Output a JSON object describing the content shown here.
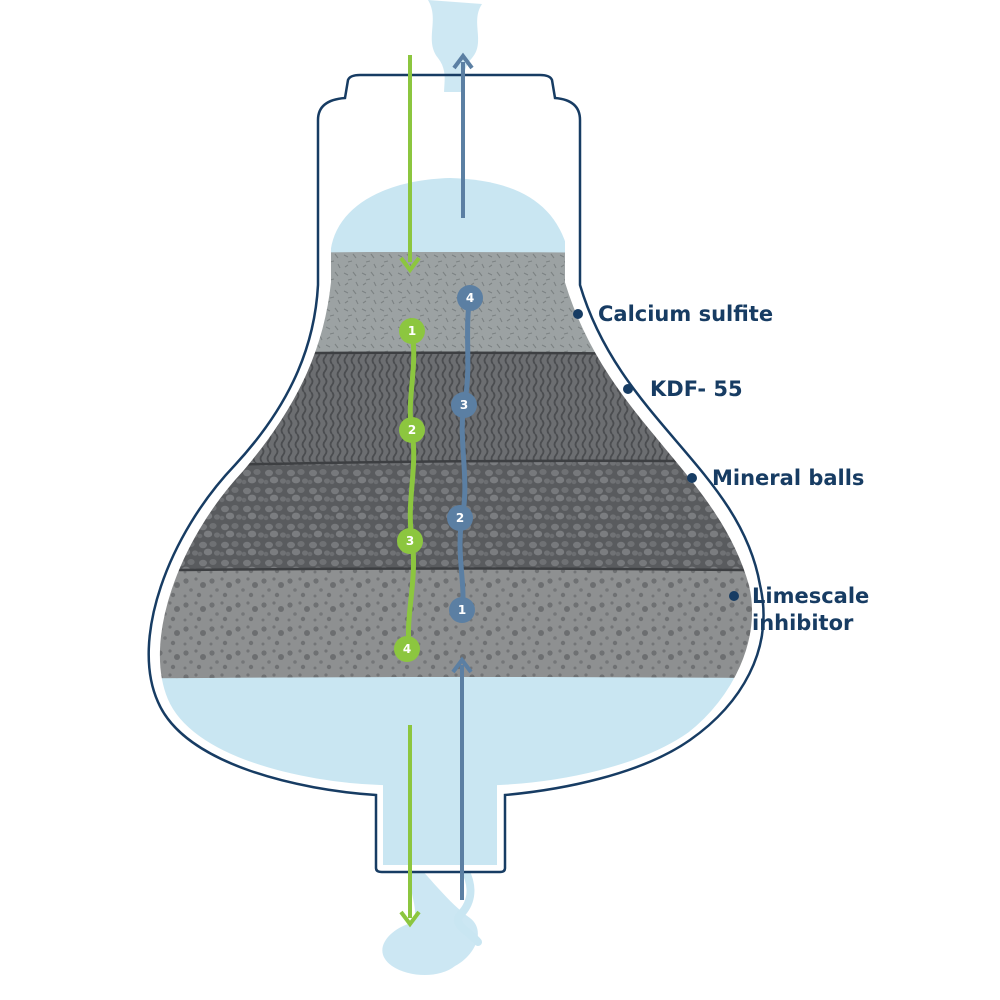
{
  "layers": [
    {
      "id": "calcium",
      "label_lines": [
        "Calcium sulfite"
      ]
    },
    {
      "id": "kdf",
      "label_lines": [
        "KDF- 55"
      ]
    },
    {
      "id": "mineral",
      "label_lines": [
        "Mineral balls"
      ]
    },
    {
      "id": "limescale",
      "label_lines": [
        "Limescale",
        "inhibitor"
      ]
    }
  ],
  "green_path": {
    "color": "#8cc63f",
    "steps": [
      "1",
      "2",
      "3",
      "4"
    ]
  },
  "blue_path": {
    "color": "#5b7fa3",
    "steps": [
      "1",
      "2",
      "3",
      "4"
    ]
  },
  "colors": {
    "outline": "#173c63",
    "water": "#c9e6f2",
    "calcium_layer": "#9ca2a3",
    "kdf_layer": "#6c6e71",
    "mineral_layer": "#595b5e",
    "limescale_layer": "#8e9091"
  }
}
